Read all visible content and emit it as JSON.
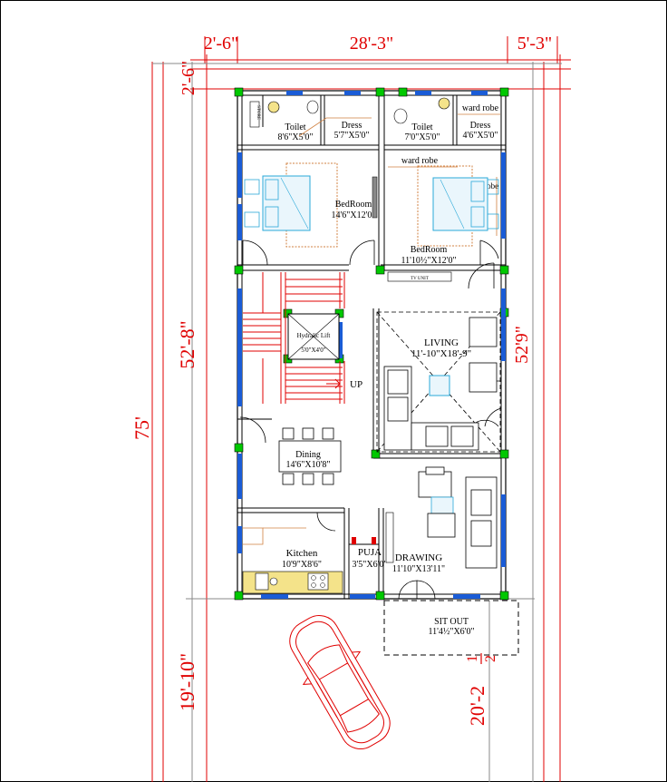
{
  "dimensions": {
    "top_left": "2'-6\"",
    "top_center": "28'-3\"",
    "top_right": "5'-3\"",
    "left_top": "2'-6\"",
    "left_middle": "52'-8\"",
    "left_total": "75'",
    "left_bottom": "19'-10\"",
    "right_middle": "52'9\"",
    "right_bottom_main": "20'-2",
    "right_bottom_num": "1",
    "right_bottom_den": "2"
  },
  "rooms": {
    "store": "STORE",
    "toilet1_name": "Toilet",
    "toilet1_size": "8'6\"X5'0\"",
    "dress1_name": "Dress",
    "dress1_size": "5'7\"X5'0\"",
    "toilet2_name": "Toilet",
    "toilet2_size": "7'0\"X5'0\"",
    "wardrobe_top": "ward robe",
    "dress2_name": "Dress",
    "dress2_size": "4'6\"X5'0\"",
    "wardrobe_mid": "ward robe",
    "wardrobe_side": "ward robe",
    "bed1_name": "BedRoom",
    "bed1_size": "14'6\"X12'0\"",
    "bed2_name": "BedRoom",
    "bed2_size": "11'10½\"X12'0\"",
    "tv_unit": "TV UNIT",
    "lift_name": "Hydralic Lift",
    "lift_size": "5'0\"X4'0\"",
    "up": "UP",
    "living_name": "LIVING",
    "living_size": "11'-10\"X18'-9\"",
    "dining_name": "Dining",
    "dining_size": "14'6\"X10'8\"",
    "kitchen_name": "Kitchen",
    "kitchen_size": "10'9\"X8'6\"",
    "puja_name": "PUJA",
    "puja_size": "3'5\"X6'0\"",
    "drawing_name": "DRAWING",
    "drawing_size": "11'10\"X13'11\"",
    "sitout_name": "SIT OUT",
    "sitout_size": "11'4½\"X6'0\""
  },
  "colors": {
    "dimension": "#e00000",
    "column": "#00c800",
    "window": "#1a5cd6",
    "wall": "#000000",
    "furniture": "#2aa8d8",
    "furniture_alt": "#d08040",
    "stairs": "#e00000"
  }
}
